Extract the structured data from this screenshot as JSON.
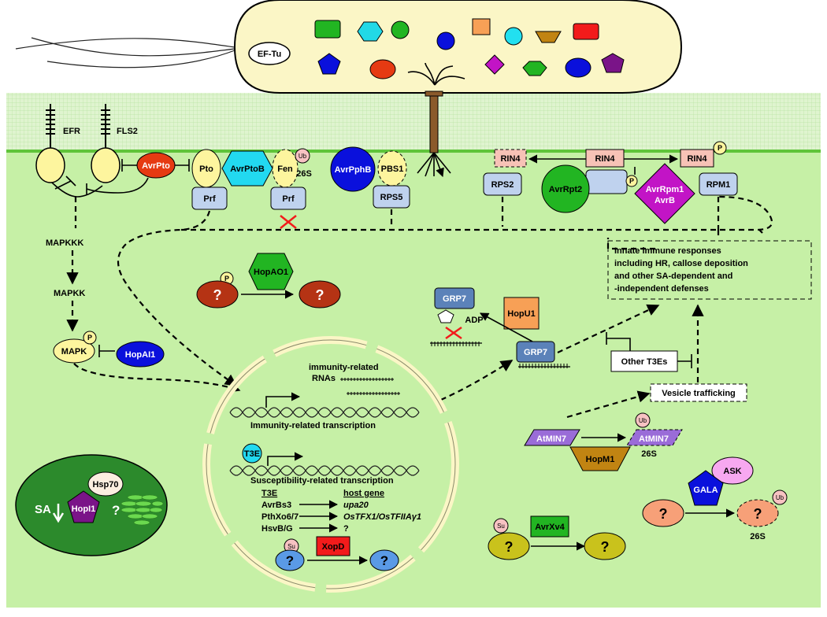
{
  "bacterium": {
    "ef_tu_label": "EF-Tu"
  },
  "receptors": {
    "efr": "EFR",
    "fls2": "FLS2"
  },
  "effectors": {
    "avrpto": "AvrPto",
    "avrptob": "AvrPtoB",
    "avrpphb": "AvrPphB",
    "avrrpt2": "AvrRpt2",
    "avrrpm1_line1": "AvrRpm1",
    "avrrpm1_line2": "AvrB",
    "hopao1": "HopAO1",
    "hopai1": "HopAI1",
    "hopu1": "HopU1",
    "hopm1": "HopM1",
    "hopi1": "HopI1",
    "xopd": "XopD",
    "avrxv4": "AvrXv4",
    "t3e": "T3E",
    "other_t3es": "Other T3Es"
  },
  "host_proteins": {
    "pto": "Pto",
    "fen": "Fen",
    "prf_1": "Prf",
    "prf_2": "Prf",
    "pbs1": "PBS1",
    "rps5": "RPS5",
    "rin4_1": "RIN4",
    "rin4_2": "RIN4",
    "rin4_3": "RIN4",
    "rps2": "RPS2",
    "rpm1": "RPM1",
    "grp7_1": "GRP7",
    "grp7_2": "GRP7",
    "atmin7_1": "AtMIN7",
    "atmin7_2": "AtMIN7",
    "hsp70": "Hsp70",
    "ask": "ASK",
    "gala": "GALA"
  },
  "markers": {
    "p": "P",
    "ub": "Ub",
    "su": "Su",
    "deg_26s": "26S",
    "unknown": "?",
    "adp": "ADP"
  },
  "kinases": {
    "mapkkk": "MAPKKK",
    "mapkk": "MAPKK",
    "mapk": "MAPK"
  },
  "responses": {
    "innate_line1": "Innate immune responses",
    "innate_line2": "including HR, callose deposition",
    "innate_line3": "and other SA-dependent and",
    "innate_line4": "-independent defenses",
    "vesicle": "Vesicle trafficking"
  },
  "nucleus": {
    "immunity_rnas_line1": "immunity-related",
    "immunity_rnas_line2": "RNAs",
    "immunity_transcription": "Immunity-related transcription",
    "susceptibility_transcription": "Susceptibility-related transcription",
    "table_header_t3e": "T3E",
    "table_header_gene": "host gene",
    "table_rows": [
      {
        "t3e": "AvrBs3",
        "gene": "upa20"
      },
      {
        "t3e": "PthXo6/7",
        "gene": "OsTFX1/OsTFIIAγ1"
      },
      {
        "t3e": "HsvB/G",
        "gene": "?"
      }
    ]
  },
  "chloroplast": {
    "sa_label": "SA"
  },
  "colors": {
    "cell": "#c6f0a6",
    "wall": "#d9f3c4",
    "bacterium": "#fbf6c6",
    "yellow": "#fdf59e",
    "avrpto": "#e63a12",
    "blue_effector": "#0a10dc",
    "green_effector": "#22b522",
    "purple_effector": "#c214c6",
    "steel_blue": "#5b82b9",
    "light_box": "#bfd2ee",
    "rin4": "#f7c2b6",
    "chloroplast": "#2c8a2c",
    "orange": "#f7a056"
  }
}
